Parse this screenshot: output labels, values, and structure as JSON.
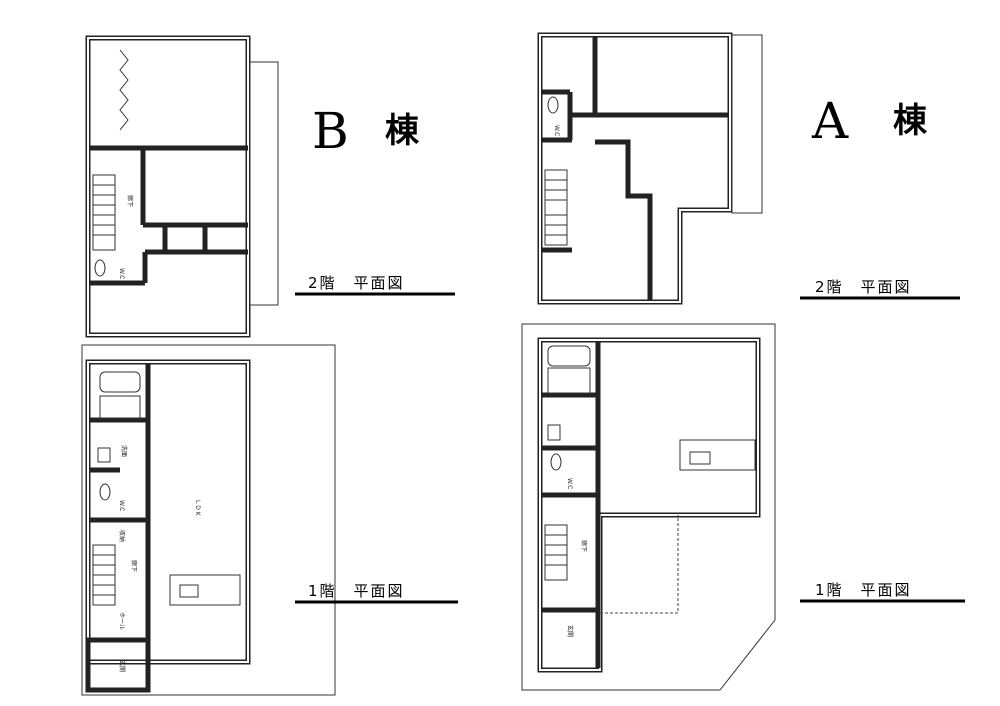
{
  "building_b": {
    "letter": "B",
    "suffix": "棟",
    "floor2_caption": "2階　平面図",
    "floor1_caption": "1階　平面図",
    "floor1_rooms": {
      "ldk": "L D K",
      "wc": "W.C",
      "washroom": "洗面",
      "storage": "収納",
      "hall": "廊下",
      "entry_hall": "ホール",
      "entrance": "玄関"
    },
    "floor2_rooms": {
      "wc": "W.C",
      "hall": "廊下"
    }
  },
  "building_a": {
    "letter": "A",
    "suffix": "棟",
    "floor2_caption": "2階　平面図",
    "floor1_caption": "1階　平面図",
    "floor1_rooms": {
      "wc": "W.C",
      "hall": "廊下",
      "entrance": "玄関"
    },
    "floor2_rooms": {
      "wc": "W.C"
    }
  }
}
